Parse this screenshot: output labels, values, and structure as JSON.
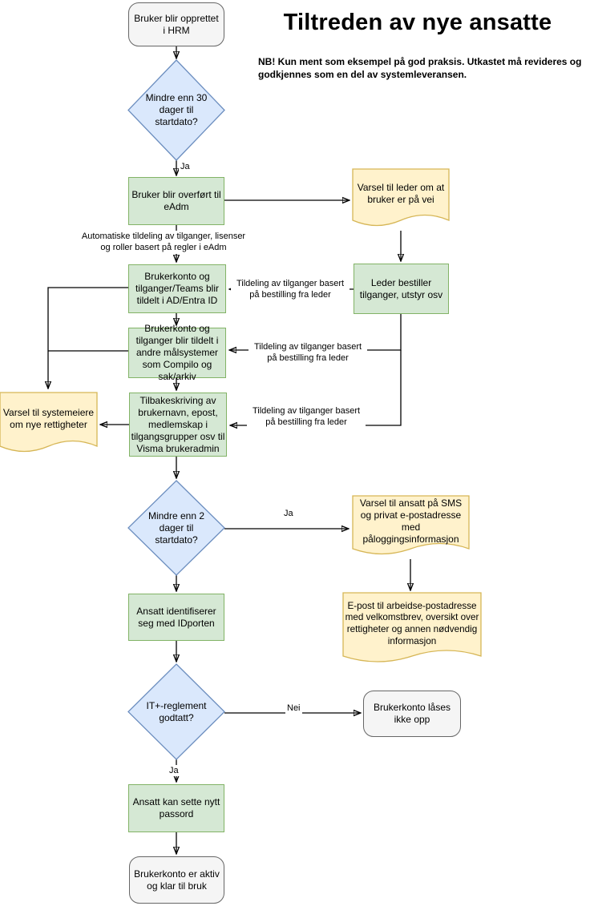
{
  "header": {
    "title": "Tiltreden av nye ansatte",
    "note": "NB! Kun ment som eksempel på god praksis. Utkastet må revideres og godkjennes som en del av systemleveransen."
  },
  "nodes": {
    "start": {
      "label": "Bruker blir opprettet i HRM",
      "type": "terminator"
    },
    "d30": {
      "label": "Mindre enn 30 dager til startdato?",
      "type": "decision"
    },
    "overfort": {
      "label": "Bruker blir overført til eAdm",
      "type": "process"
    },
    "varsel_leder": {
      "label": "Varsel til leder om at bruker er på vei",
      "type": "document"
    },
    "ad_entra": {
      "label": "Brukerkonto og tilganger/Teams blir tildelt i AD/Entra ID",
      "type": "process"
    },
    "leder_bestiller": {
      "label": "Leder bestiller tilganger, utstyr osv",
      "type": "process"
    },
    "malsystemer": {
      "label": "Brukerkonto og tilganger blir tildelt i andre målsystemer som Compilo og sak/arkiv",
      "type": "process"
    },
    "varsel_systemeiere": {
      "label": "Varsel til systemeiere om nye rettigheter",
      "type": "document"
    },
    "tilbakeskriving": {
      "label": "Tilbakeskriving av brukernavn, epost, medlemskap i tilgangsgrupper osv til Visma brukeradmin",
      "type": "process"
    },
    "d2": {
      "label": "Mindre enn 2 dager til startdato?",
      "type": "decision"
    },
    "varsel_sms": {
      "label": "Varsel til ansatt på SMS og privat e-postadresse med påloggingsinformasjon",
      "type": "document"
    },
    "epost_arbeid": {
      "label": "E-post til arbeidse-postadresse med velkomstbrev, oversikt over rettigheter og annen nødvendig informasjon",
      "type": "document"
    },
    "idporten": {
      "label": "Ansatt identifiserer seg med IDporten",
      "type": "process"
    },
    "it_reglement": {
      "label": "IT+-reglement godtatt?",
      "type": "decision"
    },
    "laast": {
      "label": "Brukerkonto låses ikke opp",
      "type": "terminator"
    },
    "passord": {
      "label": "Ansatt kan sette nytt passord",
      "type": "process"
    },
    "aktiv": {
      "label": "Brukerkonto er aktiv og klar til bruk",
      "type": "terminator"
    }
  },
  "edge_labels": {
    "ja_30": "Ja",
    "auto_tildeling": "Automatiske tildeling av tilganger, lisenser og roller basert på regler i eAdm",
    "tildeling_1": "Tildeling av tilganger basert på bestilling fra leder",
    "tildeling_2": "Tildeling av tilganger basert på bestilling fra leder",
    "tildeling_3": "Tildeling av tilganger basert på bestilling fra leder",
    "ja_2": "Ja",
    "nei": "Nei",
    "ja_it": "Ja"
  },
  "palette": {
    "green_fill": "#d5e8d4",
    "green_stroke": "#82b366",
    "blue_fill": "#dae8fc",
    "blue_stroke": "#6c8ebf",
    "yellow_fill": "#fff2cc",
    "yellow_stroke": "#d6b656",
    "gray_fill": "#f5f5f5",
    "gray_stroke": "#666666",
    "edge_color": "#000000",
    "text_color": "#000000",
    "background": "#ffffff"
  }
}
